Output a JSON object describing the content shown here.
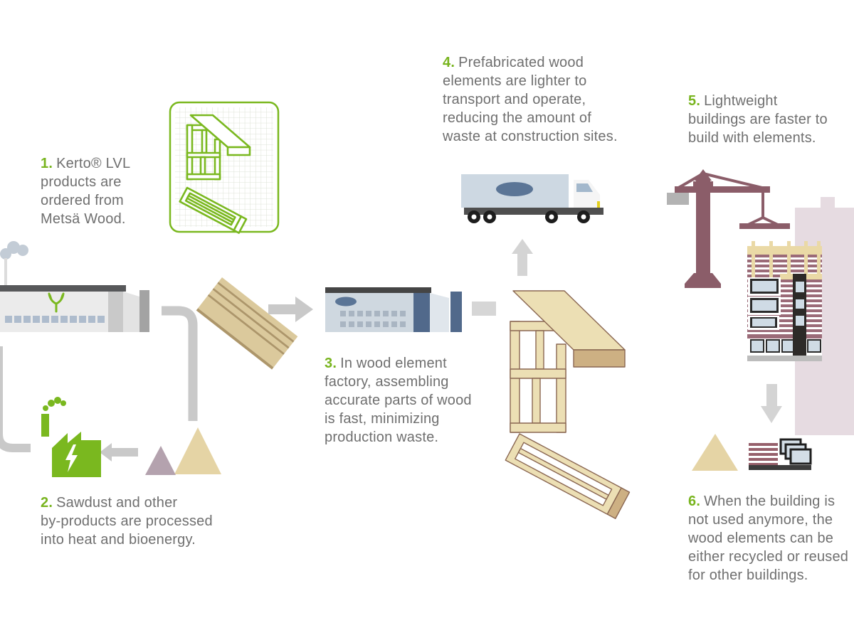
{
  "steps": [
    {
      "num": "1.",
      "text": "Kerto® LVL\nproducts are\nordered from\nMetsä Wood."
    },
    {
      "num": "2.",
      "text": "Sawdust and other\nby-products are processed\ninto heat and bioenergy."
    },
    {
      "num": "3.",
      "text": "In wood element\nfactory, assembling\naccurate parts of wood\nis fast, minimizing\nproduction waste."
    },
    {
      "num": "4.",
      "text": "Prefabricated wood\nelements are lighter to\ntransport and operate,\nreducing the amount of\nwaste at construction sites."
    },
    {
      "num": "5.",
      "text": "Lightweight\nbuildings are faster to\nbuild with elements."
    },
    {
      "num": "6.",
      "text": "When the building is\nnot used anymore, the\nwood elements can be\neither recycled or reused\nfor other buildings."
    }
  ],
  "palette": {
    "accent_green": "#78b41e",
    "text_gray": "#6f6f6f",
    "arrow_gray": "#c9c9c9",
    "wood_tan": "#ecdfb4",
    "wood_edge": "#8a6752",
    "plank_tan": "#dbc99c",
    "maroon": "#8b5d69",
    "stripe_maroon": "#9b6b78",
    "steel_blue": "#5b7596",
    "factory_body_gray": "#ebebeb",
    "pale_mauve": "#e6dbe1",
    "smoke_gray": "#c3ccd6",
    "sawdust_tan": "#e5d4a5",
    "sawdust_mauve": "#b4a2ae"
  },
  "illustrations": {
    "grid_icon": "wood-element-sketch-icon",
    "sawmill": "sawmill-factory-icon",
    "planks": "lvl-planks-icon",
    "element_factory": "element-factory-icon",
    "truck": "delivery-truck-icon",
    "wood_elements": "prefab-wood-elements-icon",
    "bioenergy": "bioenergy-factory-icon",
    "lightning": "lightning-bolt-icon",
    "sawdust": "sawdust-piles-icon",
    "crane": "tower-crane-icon",
    "building": "apartment-building-icon",
    "recycle": "recycled-materials-icon"
  }
}
